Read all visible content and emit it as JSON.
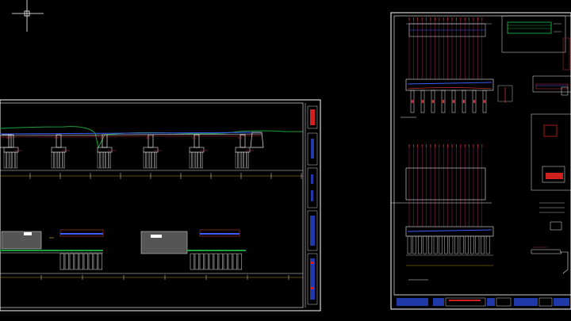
{
  "viewport": {
    "background": "#000000",
    "crosshair_icon": "cad-crosshair-cursor"
  },
  "colors": {
    "frame": "#ffffff",
    "title_block_blue": "#1f3aa8",
    "title_block_red": "#d02020",
    "structure_red": "#c83232",
    "structure_white": "#e6e6e6",
    "terrain_green": "#1aa03c",
    "deck_blue": "#3c5cff",
    "dimension_yellow": "#e0c020",
    "pile_magenta": "#c0307a"
  },
  "sheet_left": {
    "name": "bridge-profile-sheet",
    "piers": 6,
    "sections": 2
  },
  "sheet_right": {
    "name": "bridge-plan-sheet",
    "plan_lines": 18
  }
}
